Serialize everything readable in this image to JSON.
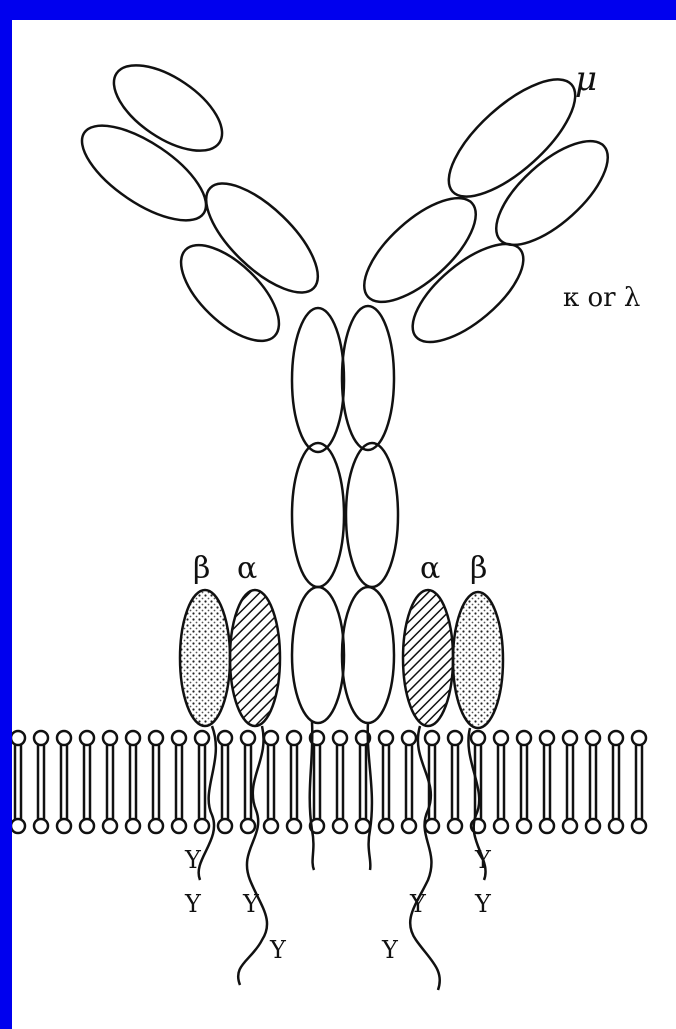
{
  "labels": {
    "heavy_chain": "μ",
    "light_chain": "κ or λ",
    "beta_left": "β",
    "alpha_left": "α",
    "alpha_right": "α",
    "beta_right": "β",
    "itam": "Y"
  },
  "colors": {
    "background_border": "#0000ee",
    "panel": "#ffffff",
    "ink": "#111111"
  }
}
